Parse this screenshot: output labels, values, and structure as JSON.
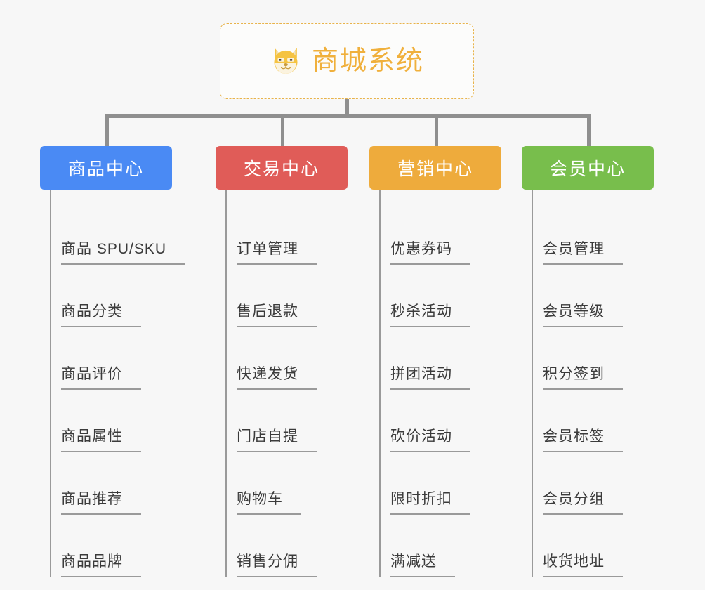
{
  "root": {
    "title": "商城系统",
    "icon": "shiba-dog-icon",
    "border_color": "#e8b34a",
    "text_color": "#f0b03c"
  },
  "connector_color": "#8f8f8f",
  "columns": [
    {
      "title": "商品中心",
      "color": "#4a8af4",
      "items": [
        "商品 SPU/SKU",
        "商品分类",
        "商品评价",
        "商品属性",
        "商品推荐",
        "商品品牌"
      ]
    },
    {
      "title": "交易中心",
      "color": "#e05c58",
      "items": [
        "订单管理",
        "售后退款",
        "快递发货",
        "门店自提",
        "购物车",
        "销售分佣"
      ]
    },
    {
      "title": "营销中心",
      "color": "#eeab3c",
      "items": [
        "优惠券码",
        "秒杀活动",
        "拼团活动",
        "砍价活动",
        "限时折扣",
        "满减送"
      ]
    },
    {
      "title": "会员中心",
      "color": "#78be4c",
      "items": [
        "会员管理",
        "会员等级",
        "积分签到",
        "会员标签",
        "会员分组",
        "收货地址"
      ]
    }
  ]
}
